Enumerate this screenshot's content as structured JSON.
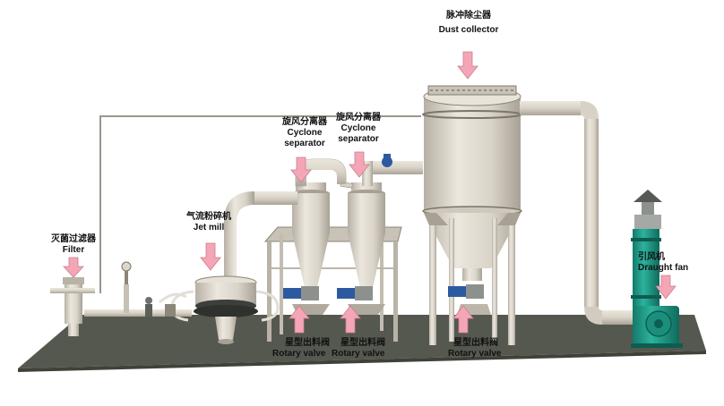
{
  "labels": {
    "dust_collector": {
      "zh": "脉冲除尘器",
      "en": "Dust collector"
    },
    "cyclone_1": {
      "zh": "旋风分离器",
      "en1": "Cyclone",
      "en2": "separator"
    },
    "cyclone_2": {
      "zh": "旋风分离器",
      "en1": "Cyclone",
      "en2": "separator"
    },
    "jet_mill": {
      "zh": "气流粉碎机",
      "en": "Jet mill"
    },
    "filter": {
      "zh": "灭菌过滤器",
      "en": "Filter"
    },
    "draught_fan": {
      "zh": "引风机",
      "en": "Draught fan"
    },
    "rotary_valve_1": {
      "zh": "星型出料阀",
      "en": "Rotary valve"
    },
    "rotary_valve_2": {
      "zh": "星型出料阀",
      "en": "Rotary valve"
    },
    "rotary_valve_3": {
      "zh": "星型出料阀",
      "en": "Rotary valve"
    }
  },
  "colors": {
    "floor": "#55584f",
    "steel": "#d8d2c6",
    "steel_dark": "#a7a095",
    "arrow": "#f4a6b6",
    "motor_blue": "#2c5aa0",
    "fan_green": "#1c9a86"
  }
}
